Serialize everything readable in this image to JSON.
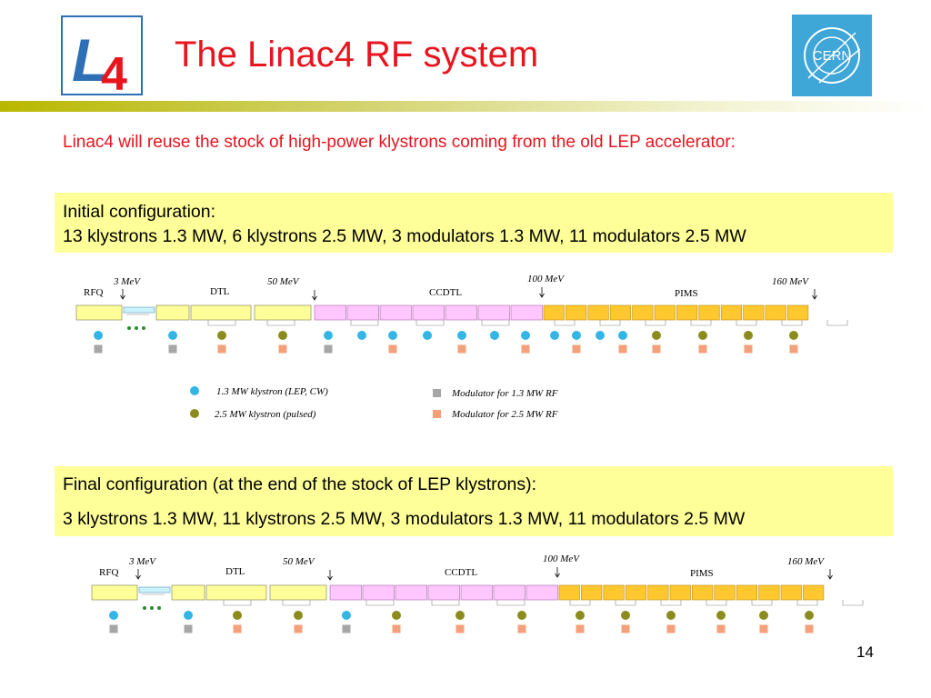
{
  "slide": {
    "title": "The Linac4 RF system",
    "intro": "Linac4 will reuse the stock of high-power klystrons coming from the old LEP accelerator:",
    "page_number": "14",
    "logos": {
      "left": "L4",
      "right": "CERN"
    }
  },
  "initial": {
    "heading": "Initial configuration:",
    "detail": "13 klystrons 1.3 MW, 6 klystrons 2.5 MW, 3 modulators 1.3 MW, 11 modulators 2.5 MW"
  },
  "final": {
    "heading": "Final configuration (at the end of the stock of LEP klystrons):",
    "detail": "3 klystrons 1.3 MW, 11 klystrons 2.5 MW, 3 modulators 1.3 MW, 11 modulators 2.5 MW"
  },
  "diagram_labels": {
    "sections": {
      "rfq": "RFQ",
      "dtl": "DTL",
      "ccdtl": "CCDTL",
      "pims": "PIMS"
    },
    "energies": {
      "e3": "3 MeV",
      "e50": "50 MeV",
      "e100": "100 MeV",
      "e160": "160 MeV"
    }
  },
  "legend": {
    "klystron_13": "1.3 MW klystron (LEP, CW)",
    "klystron_25": "2.5 MW klystron (pulsed)",
    "modulator_13": "Modulator for 1.3 MW RF",
    "modulator_25": "Modulator for 2.5 MW RF"
  },
  "colors": {
    "title_red": "#e8141e",
    "box_yellow": "#ffff99",
    "klystron_13": "#33b5e5",
    "klystron_25": "#8c8c1e",
    "modulator_13": "#a6a6a6",
    "modulator_25": "#f4a07a",
    "ccdtl_fill": "#ffc6ff",
    "pims_fill": "#ffc82e",
    "rfq_dtl_fill": "#ffff99",
    "chopper_fill": "#ccf2ff",
    "cern_blue": "#3fa6d8"
  }
}
